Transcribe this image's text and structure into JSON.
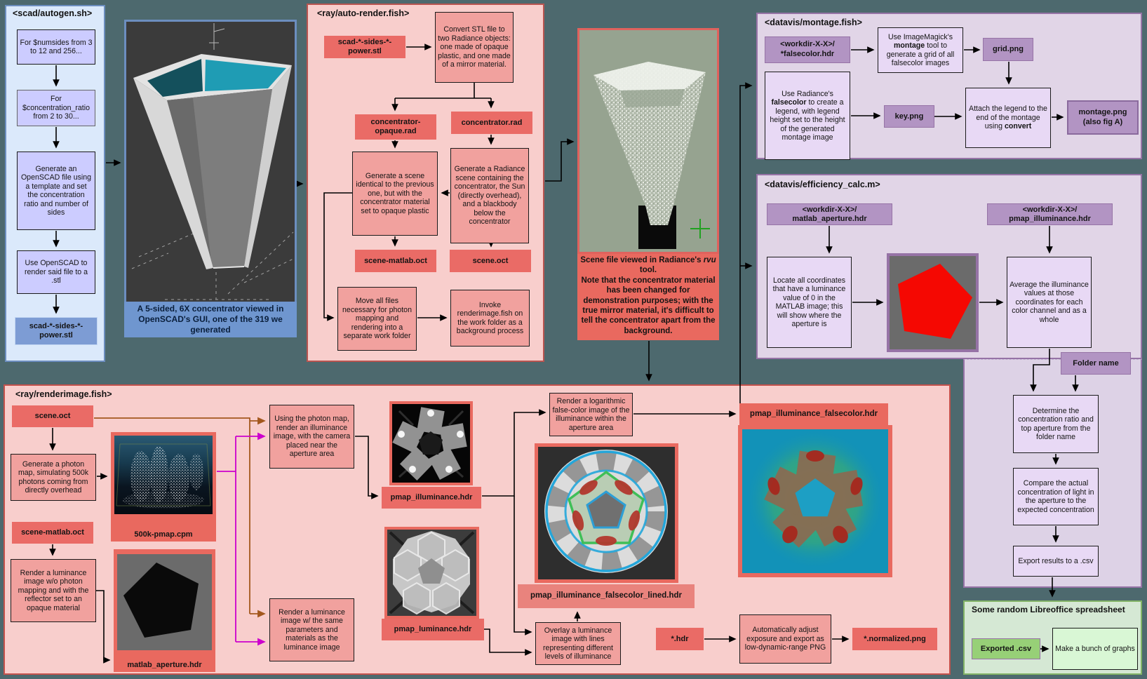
{
  "colors": {
    "background": "#4d696e",
    "blue_panel": "#dbe9fb",
    "blue_border": "#6c8ebf",
    "pink_panel": "#f8cecc",
    "pink_border": "#b85450",
    "red_file": "#ea6b66",
    "pink_process": "#f1a19e",
    "purple_panel": "#e1d5e7",
    "purple_border": "#9673a6",
    "purple_file": "#b294c3",
    "purple_process": "#e8d9f5",
    "green_panel": "#d5e8d4",
    "green_border": "#82b366",
    "green_file": "#97d077",
    "wire_black": "#000000",
    "wire_brown": "#a3581e",
    "wire_magenta": "#cc00cc"
  },
  "autogen": {
    "header": "<scad/autogen.sh>",
    "step_numsides": "For $numsides from 3 to 12 and 256...",
    "step_concentration": "For $concentration_ratio from 2 to 30...",
    "step_generate": "Generate an OpenSCAD file using a template and set the concentration ratio and number of sides",
    "step_render": "Use OpenSCAD to render said file to a .stl",
    "output_stl": "scad-*-sides-*-power.stl"
  },
  "openscad_preview": {
    "caption": "A 5-sided, 6X concentrator viewed in OpenSCAD's GUI, one of the 319 we generated"
  },
  "auto_render": {
    "header": "<ray/auto-render.fish>",
    "input_stl": "scad-*-sides-*-power.stl",
    "convert": "Convert STL file to two Radiance objects: one made of opaque plastic, and one made of a mirror material.",
    "concentrator_opaque": "concentrator-opaque.rad",
    "concentrator_rad": "concentrator.rad",
    "gen_identical": "Generate a scene identical to the previous one, but with the concentrator material set to opaque plastic",
    "gen_radiance": "Generate a Radiance scene containing the concentrator, the Sun (directly overhead), and a blackbody below the concentrator",
    "scene_matlab_oct": "scene-matlab.oct",
    "scene_oct": "scene.oct",
    "move_files": "Move all files necessary for photon mapping and rendering into a separate work folder",
    "invoke": "Invoke renderimage.fish on the work folder as a background process"
  },
  "rvu_preview": {
    "caption_pre": "Scene file viewed in Radiance's ",
    "caption_tool": "rvu",
    "caption_post": " tool.",
    "caption_note": "Note that the concentrator material has been changed for demonstration purposes; with the true mirror material, it's difficult to tell the concentrator apart from the background."
  },
  "montage": {
    "header": "<datavis/montage.fish>",
    "input_line1": "<workdir-X-X>/",
    "input_line2": "*falsecolor.hdr",
    "imagemagick_pre": "Use ImageMagick's ",
    "imagemagick_bold": "montage",
    "imagemagick_post": " tool to generate a grid of all falsecolor images",
    "grid_png": "grid.png",
    "falsecolor_pre": "Use Radiance's ",
    "falsecolor_bold": "falsecolor",
    "falsecolor_post": " to create a legend, with legend height set to the height of the generated montage image",
    "key_png": "key.png",
    "attach_pre": "Attach the legend to the end of the montage using ",
    "attach_bold": "convert",
    "montage_png_line1": "montage.png",
    "montage_png_line2": "(also fig A)"
  },
  "efficiency": {
    "header": "<datavis/efficiency_calc.m>",
    "input_aperture_line1": "<workdir-X-X>/",
    "input_aperture_line2": "matlab_aperture.hdr",
    "input_illuminance_line1": "<workdir-X-X>/",
    "input_illuminance_line2": "pmap_illuminance.hdr",
    "locate": "Locate all coordinates that have a luminance value of 0 in the MATLAB image; this will show where the aperture is",
    "average": "Average the illuminance values at those coordinates for each color channel and as a whole"
  },
  "right_flow": {
    "folder_name": "Folder name",
    "determine": "Determine the concentration ratio and top aperture from the folder name",
    "compare": "Compare the actual concentration of light in the aperture to the expected concentration",
    "export_csv": "Export results to a .csv"
  },
  "spreadsheet": {
    "header": "Some random Libreoffice spreadsheet",
    "exported_csv": "Exported .csv",
    "make_graphs": "Make a bunch of graphs"
  },
  "renderimage": {
    "header": "<ray/renderimage.fish>",
    "scene_oct": "scene.oct",
    "gen_photon": "Generate a photon map, simulating 500k photons coming from directly overhead",
    "pmap_label": "500k-pmap.cpm",
    "scene_matlab_oct": "scene-matlab.oct",
    "render_wo": "Render a luminance image w/o photon mapping and with the reflector set to an opaque material",
    "matlab_aperture_label": "matlab_aperture.hdr",
    "using_photon": "Using the photon map, render an illuminance image, with the camera placed near the aperture area",
    "pmap_illuminance_label": "pmap_illuminance.hdr",
    "render_w": "Render a luminance image w/ the same parameters and materials as the luminance image",
    "pmap_luminance_label": "pmap_luminance.hdr",
    "render_log": "Render a logarithmic false-color image of the illuminance within the aperture area",
    "lined_label": "pmap_illuminance_falsecolor_lined.hdr",
    "overlay": "Overlay a luminance image with lines representing different levels of illuminance",
    "hdr": "*.hdr",
    "falsecolor_label": "pmap_illuminance_falsecolor.hdr",
    "auto_adjust": "Automatically adjust exposure and export as low-dynamic-range PNG",
    "normalized": "*.normalized.png"
  }
}
